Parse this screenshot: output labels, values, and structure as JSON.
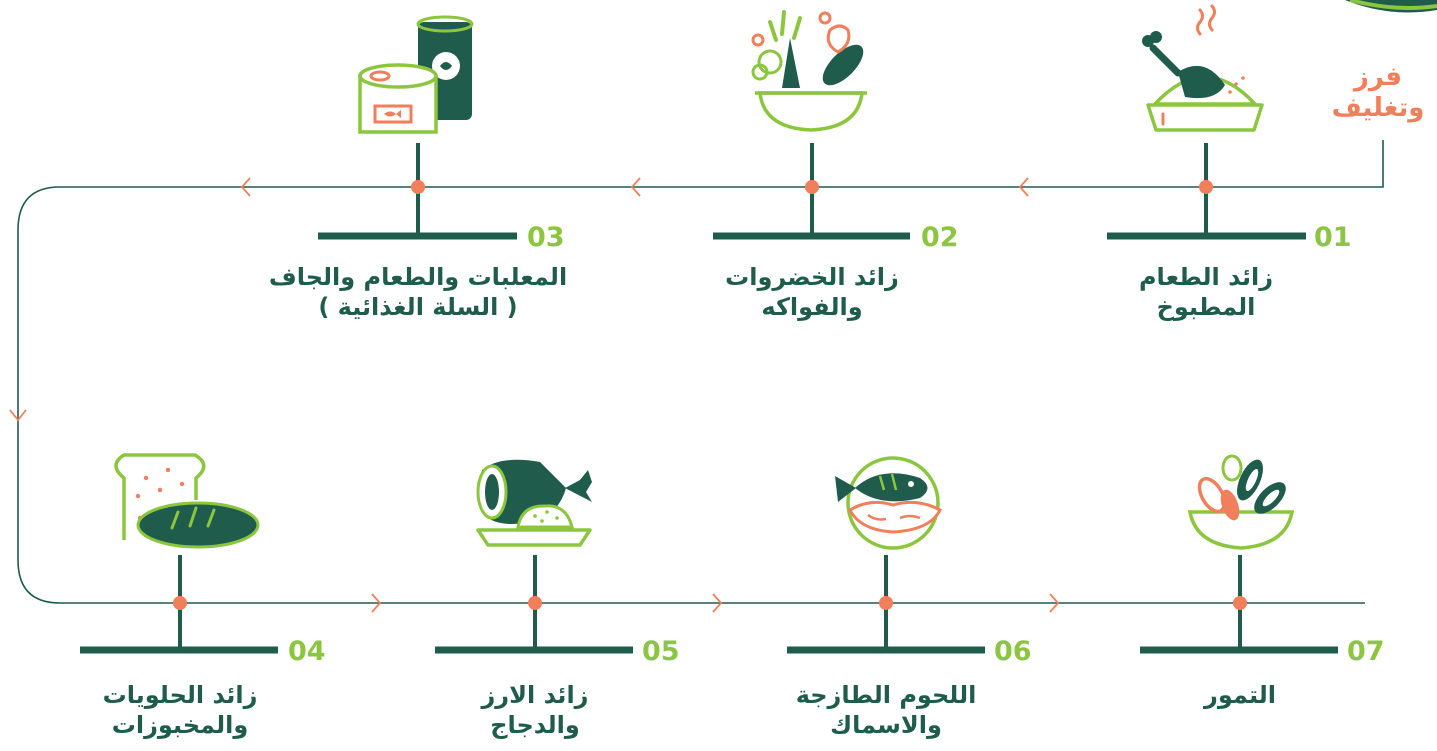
{
  "side_note": {
    "line1": "فرز",
    "line2": "وتغليف"
  },
  "stations": [
    {
      "number": "01",
      "lines": [
        "زائد الطعام",
        "المطبوخ"
      ],
      "icon": "cooked-chicken-icon"
    },
    {
      "number": "02",
      "lines": [
        "زائد الخضروات",
        "والفواكه"
      ],
      "icon": "vegetable-bowl-icon"
    },
    {
      "number": "03",
      "lines": [
        "المعلبات والطعام والجاف",
        "( السلة الغذائية )"
      ],
      "icon": "canned-food-icon"
    },
    {
      "number": "04",
      "lines": [
        "زائد الحلويات",
        "والمخبوزات"
      ],
      "icon": "bread-icon"
    },
    {
      "number": "05",
      "lines": [
        "زائد الارز",
        "والدجاج"
      ],
      "icon": "rice-and-meat-icon"
    },
    {
      "number": "06",
      "lines": [
        "اللحوم الطازجة",
        "والاسماك"
      ],
      "icon": "fish-plate-icon"
    },
    {
      "number": "07",
      "lines": [
        "التمور"
      ],
      "icon": "dates-bowl-icon"
    }
  ],
  "colors": {
    "dark_green": "#1f5c4b",
    "light_green": "#8cc63f",
    "orange": "#f27f5b",
    "white": "#ffffff"
  }
}
